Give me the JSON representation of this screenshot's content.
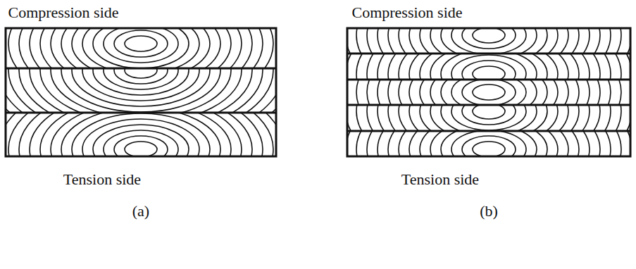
{
  "diagram": {
    "labels": [
      "Compression side",
      "Tension side",
      "(a)",
      "Compression side",
      "Tension side",
      "(b)"
    ]
  }
}
